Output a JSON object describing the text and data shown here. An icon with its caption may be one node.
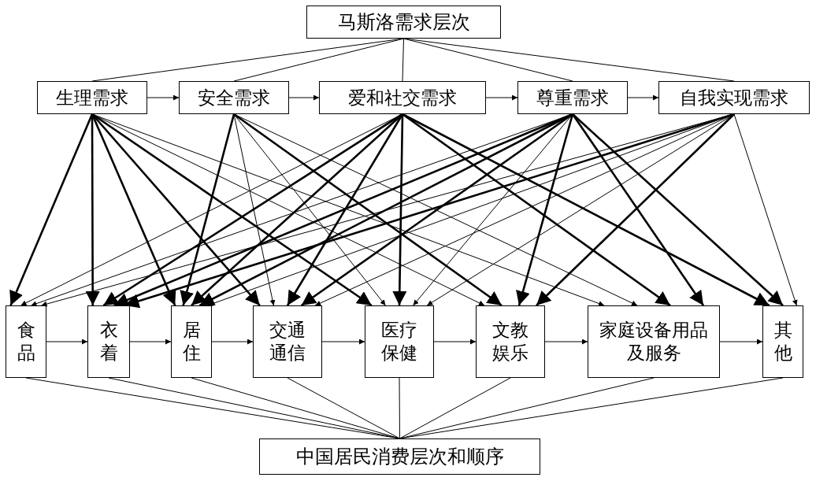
{
  "diagram": {
    "nodes": [
      {
        "text": [
          "马斯洛需求层次"
        ]
      },
      {
        "text": [
          "生理需求"
        ]
      },
      {
        "text": [
          "安全需求"
        ]
      },
      {
        "text": [
          "爱和社交需求"
        ]
      },
      {
        "text": [
          "尊重需求"
        ]
      },
      {
        "text": [
          "自我实现需求"
        ]
      },
      {
        "text": [
          "食品"
        ]
      },
      {
        "text": [
          "衣着"
        ]
      },
      {
        "text": [
          "居住"
        ]
      },
      {
        "text": [
          "交通通信"
        ]
      },
      {
        "text": [
          "医疗保健"
        ]
      },
      {
        "text": [
          "文教娱乐"
        ]
      },
      {
        "text": [
          "家庭设备用品及服务"
        ]
      },
      {
        "text": [
          "其他"
        ]
      },
      {
        "text": [
          "中国居民消费层次和顺序"
        ]
      }
    ],
    "edges": [
      {
        "from": 0,
        "to": 1,
        "arrow": "none"
      },
      {
        "from": 0,
        "to": 2,
        "arrow": "none"
      },
      {
        "from": 0,
        "to": 3,
        "arrow": "none"
      },
      {
        "from": 0,
        "to": 4,
        "arrow": "none"
      },
      {
        "from": 0,
        "to": 5,
        "arrow": "none"
      },
      {
        "from": 1,
        "to": 2,
        "arrow": "to"
      },
      {
        "from": 2,
        "to": 3,
        "arrow": "to"
      },
      {
        "from": 3,
        "to": 4,
        "arrow": "to"
      },
      {
        "from": 4,
        "to": 5,
        "arrow": "to"
      },
      {
        "from": 1,
        "to": 6,
        "arrow": "to",
        "style": "thick"
      },
      {
        "from": 1,
        "to": 7,
        "arrow": "to",
        "style": "thick"
      },
      {
        "from": 1,
        "to": 8,
        "arrow": "to",
        "style": "thick"
      },
      {
        "from": 1,
        "to": 9,
        "arrow": "to",
        "style": "thick"
      },
      {
        "from": 1,
        "to": 10,
        "arrow": "to",
        "style": "thick"
      },
      {
        "from": 1,
        "to": 11,
        "arrow": "to"
      },
      {
        "from": 1,
        "to": 12,
        "arrow": "to"
      },
      {
        "from": 2,
        "to": 8,
        "arrow": "to",
        "style": "thick"
      },
      {
        "from": 2,
        "to": 9,
        "arrow": "to"
      },
      {
        "from": 2,
        "to": 10,
        "arrow": "to"
      },
      {
        "from": 2,
        "to": 11,
        "arrow": "to",
        "style": "thick"
      },
      {
        "from": 2,
        "to": 12,
        "arrow": "to"
      },
      {
        "from": 3,
        "to": 6,
        "arrow": "to"
      },
      {
        "from": 3,
        "to": 7,
        "arrow": "to",
        "style": "thick"
      },
      {
        "from": 3,
        "to": 8,
        "arrow": "to",
        "style": "thick"
      },
      {
        "from": 3,
        "to": 9,
        "arrow": "to",
        "style": "thick"
      },
      {
        "from": 3,
        "to": 10,
        "arrow": "to",
        "style": "thick"
      },
      {
        "from": 3,
        "to": 12,
        "arrow": "to",
        "style": "thick"
      },
      {
        "from": 3,
        "to": 13,
        "arrow": "to",
        "style": "thick"
      },
      {
        "from": 4,
        "to": 6,
        "arrow": "to"
      },
      {
        "from": 4,
        "to": 7,
        "arrow": "to",
        "style": "thick"
      },
      {
        "from": 4,
        "to": 8,
        "arrow": "to",
        "style": "thick"
      },
      {
        "from": 4,
        "to": 9,
        "arrow": "to",
        "style": "thick"
      },
      {
        "from": 4,
        "to": 10,
        "arrow": "to"
      },
      {
        "from": 4,
        "to": 11,
        "arrow": "to",
        "style": "thick"
      },
      {
        "from": 4,
        "to": 12,
        "arrow": "to",
        "style": "thick"
      },
      {
        "from": 4,
        "to": 13,
        "arrow": "to",
        "style": "thick"
      },
      {
        "from": 5,
        "to": 6,
        "arrow": "to"
      },
      {
        "from": 5,
        "to": 7,
        "arrow": "to",
        "style": "thick"
      },
      {
        "from": 5,
        "to": 8,
        "arrow": "to"
      },
      {
        "from": 5,
        "to": 9,
        "arrow": "to"
      },
      {
        "from": 5,
        "to": 10,
        "arrow": "to"
      },
      {
        "from": 5,
        "to": 11,
        "arrow": "to",
        "style": "thick"
      },
      {
        "from": 5,
        "to": 13,
        "arrow": "to"
      },
      {
        "from": 6,
        "to": 7,
        "arrow": "to"
      },
      {
        "from": 7,
        "to": 8,
        "arrow": "to"
      },
      {
        "from": 8,
        "to": 9,
        "arrow": "to"
      },
      {
        "from": 9,
        "to": 10,
        "arrow": "to"
      },
      {
        "from": 10,
        "to": 11,
        "arrow": "to"
      },
      {
        "from": 11,
        "to": 12,
        "arrow": "to"
      },
      {
        "from": 12,
        "to": 13,
        "arrow": "to"
      },
      {
        "from": 6,
        "to": 14,
        "arrow": "none"
      },
      {
        "from": 7,
        "to": 14,
        "arrow": "none"
      },
      {
        "from": 8,
        "to": 14,
        "arrow": "none"
      },
      {
        "from": 9,
        "to": 14,
        "arrow": "none"
      },
      {
        "from": 10,
        "to": 14,
        "arrow": "none"
      },
      {
        "from": 11,
        "to": 14,
        "arrow": "none"
      },
      {
        "from": 12,
        "to": 14,
        "arrow": "none"
      },
      {
        "from": 13,
        "to": 14,
        "arrow": "none"
      }
    ]
  }
}
